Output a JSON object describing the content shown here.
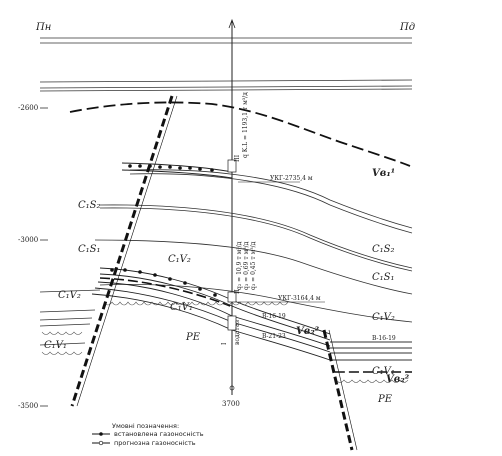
{
  "section": {
    "left_end": "Пн",
    "right_end": "Пд",
    "depth_ticks": [
      "-2600",
      "-3000",
      "-3500"
    ],
    "well_number": "3700",
    "well_labels": {
      "q_top": "q K.L = 1193,1 т м³/д",
      "q_mid1": "q₂ = 10,9 т м³/д",
      "q_mid2": "q₃ = 0,69 т м³/д",
      "q_mid3": "q₃ = 0,45 т м³/д",
      "interval_top": "III",
      "interval_mid": "II",
      "interval_low": "I",
      "gas_label": "газ",
      "water_label": "вода"
    },
    "contacts": {
      "gwc1": "УКГ-2735,4 м",
      "gwc2": "УКГ-3164,4 м"
    },
    "horizons": {
      "b16_19_a": "В-16-19",
      "b16_19_b": "В-16-19",
      "b21_23": "В-21-23"
    },
    "strata": {
      "c1s2_left": "C₁S₂",
      "c1s1_left": "C₁S₁",
      "c1v2_left": "C₁V₂",
      "c1v1_left": "C₁V₁",
      "c1v2_center": "C₁V₂",
      "c1v1_center": "C₁V₁",
      "pe_center": "PE",
      "c1s2_right": "C₁S₂",
      "c1s1_right": "C₁S₁",
      "c1v2_right": "C₁V₂",
      "c1v1_right": "C₁V₁",
      "pe_right": "PE",
      "vb1_top": "Vв₁¹",
      "vb2_mid": "Vв₂²",
      "vb2_right": "Vв₂²"
    },
    "legend": {
      "title": "Умовні позначення:",
      "item1": "встановлена газоносність",
      "item2": "прогнозна газоносність"
    }
  }
}
